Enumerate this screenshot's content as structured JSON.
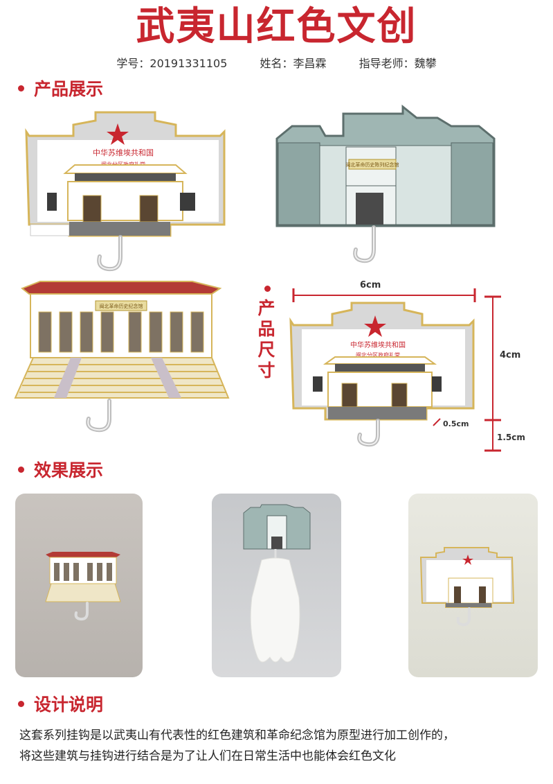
{
  "title": "武夷山红色文创",
  "info": {
    "student_id": "学号：20191331105",
    "name": "姓名：李昌霖",
    "advisor": "指导老师：魏攀"
  },
  "sections": {
    "product_display": "产品展示",
    "product_size": "产品尺寸",
    "effect_display": "效果展示",
    "design_notes": "设计说明"
  },
  "products": {
    "p1_banner_line1": "中华苏维埃共和国",
    "p1_banner_line2": "闽北分区政府礼堂",
    "p2_plaque": "闽北革命历史陈列纪念馆",
    "p3_plaque": "闽北革命历史纪念馆",
    "p4_banner_line1": "中华苏维埃共和国",
    "p4_banner_line2": "闽北分区政府礼堂"
  },
  "dimensions": {
    "width": "6cm",
    "height": "4cm",
    "depth": "0.5cm",
    "hook": "1.5cm"
  },
  "description": {
    "line1": "这套系列挂钩是以武夷山有代表性的红色建筑和革命纪念馆为原型进行加工创作的，",
    "line2": "将这些建筑与挂钩进行结合是为了让人们在日常生活中也能体会红色文化"
  },
  "colors": {
    "accent_red": "#c8262f",
    "gold": "#d6b55a",
    "teal_gray": "#9fb6b3"
  }
}
